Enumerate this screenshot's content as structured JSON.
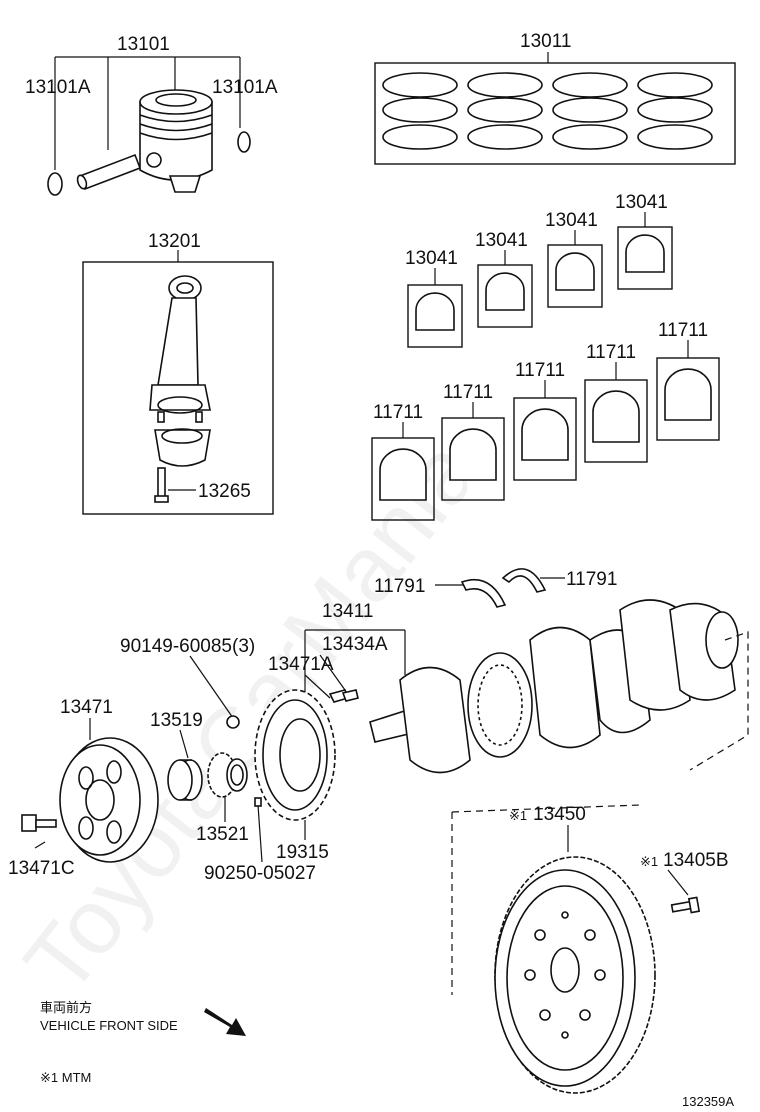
{
  "watermark": "ToyotaCarMania",
  "labels": {
    "p13101": "13101",
    "p13101a_l": "13101A",
    "p13101a_r": "13101A",
    "p13011": "13011",
    "p13201": "13201",
    "p13265": "13265",
    "p13041_a": "13041",
    "p13041_b": "13041",
    "p13041_c": "13041",
    "p13041_d": "13041",
    "p11711_a": "11711",
    "p11711_b": "11711",
    "p11711_c": "11711",
    "p11711_d": "11711",
    "p11711_e": "11711",
    "p11791_l": "11791",
    "p11791_r": "11791",
    "p13411": "13411",
    "p13434a": "13434A",
    "p13471a": "13471A",
    "p90149": "90149-60085(3)",
    "p13471": "13471",
    "p13519": "13519",
    "p13521": "13521",
    "p19315": "19315",
    "p90250": "90250-05027",
    "p13471c": "13471C",
    "p13450": "13450",
    "p13405b": "13405B",
    "mark1": "※1",
    "mark2": "※1"
  },
  "notes": {
    "front_jp": "車両前方",
    "front_en": "VEHICLE FRONT SIDE",
    "mtm": "※1 MTM",
    "diagram_id": "132359A"
  }
}
